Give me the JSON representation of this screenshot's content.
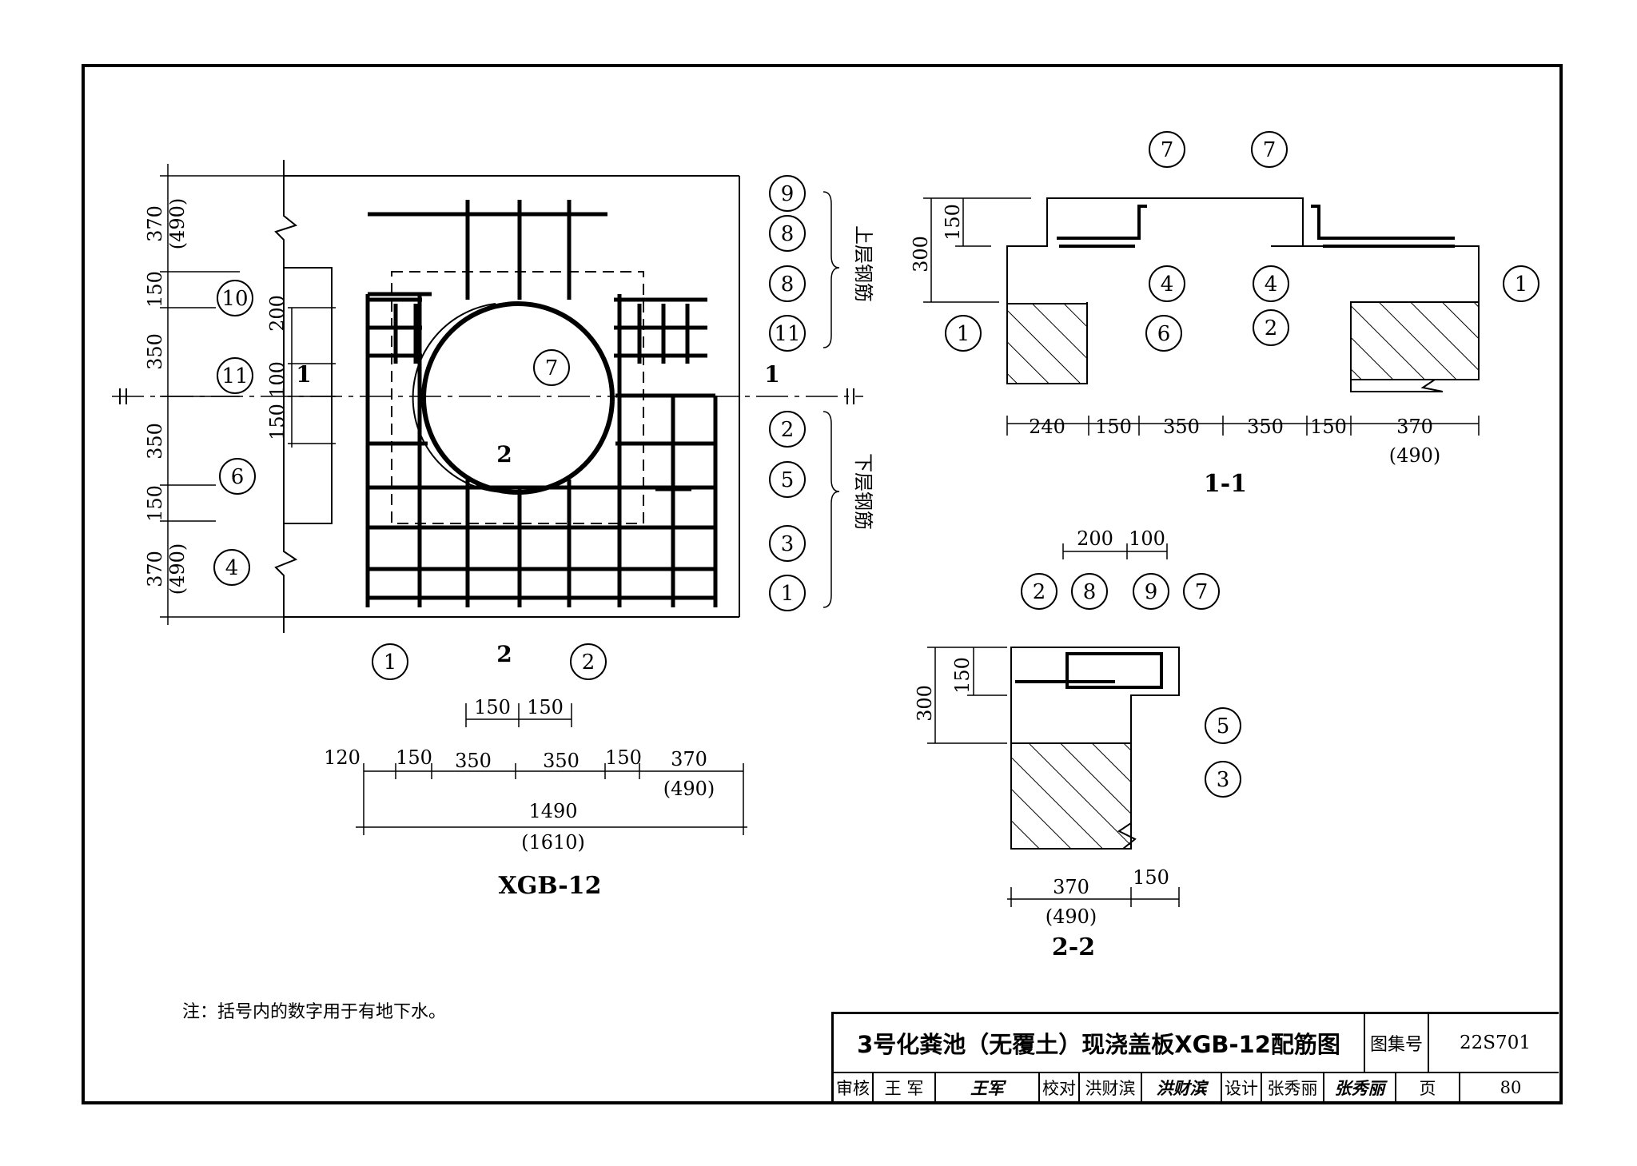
{
  "figures": {
    "plan": {
      "title": "XGB-12",
      "left_dims": [
        "370",
        "(490)",
        "150",
        "350",
        "350",
        "150",
        "370",
        "(490)"
      ],
      "inner_dims": [
        "200",
        "100",
        "150"
      ],
      "bottom_dims_top": [
        "150",
        "150"
      ],
      "bottom_dims": [
        "120",
        "150",
        "350",
        "350",
        "150",
        "370",
        "(490)"
      ],
      "total": "1490",
      "total_alt": "(1610)",
      "section_marks": [
        "1",
        "1",
        "2",
        "2"
      ],
      "brace_top": "上层钢筋",
      "brace_bottom": "下层钢筋",
      "callouts": [
        "9",
        "8",
        "8",
        "11",
        "10",
        "11",
        "7",
        "2",
        "5",
        "6",
        "3",
        "4",
        "1",
        "1",
        "2"
      ]
    },
    "section_1": {
      "title": "1-1",
      "dims": [
        "240",
        "150",
        "350",
        "350",
        "150",
        "370",
        "(490)"
      ],
      "height_dims": [
        "300",
        "150"
      ],
      "callouts": [
        "7",
        "7",
        "4",
        "4",
        "1",
        "1",
        "6",
        "2"
      ]
    },
    "section_2": {
      "title": "2-2",
      "top_dims": [
        "200",
        "100"
      ],
      "height_dims": [
        "300",
        "150"
      ],
      "bottom_dims": [
        "370",
        "(490)",
        "150"
      ],
      "callouts": [
        "2",
        "8",
        "9",
        "7",
        "5",
        "3"
      ]
    }
  },
  "note": "注：括号内的数字用于有地下水。",
  "title_block": {
    "title": "3号化粪池（无覆土）现浇盖板XGB-12配筋图",
    "atlas_label": "图集号",
    "atlas_no": "22S701",
    "review_label": "审核",
    "reviewer": "王 军",
    "check_label": "校对",
    "checker": "洪财滨",
    "design_label": "设计",
    "designer": "张秀丽",
    "page_label": "页",
    "page_no": "80",
    "signatures": [
      "王军",
      "洪财滨",
      "张秀丽"
    ]
  }
}
